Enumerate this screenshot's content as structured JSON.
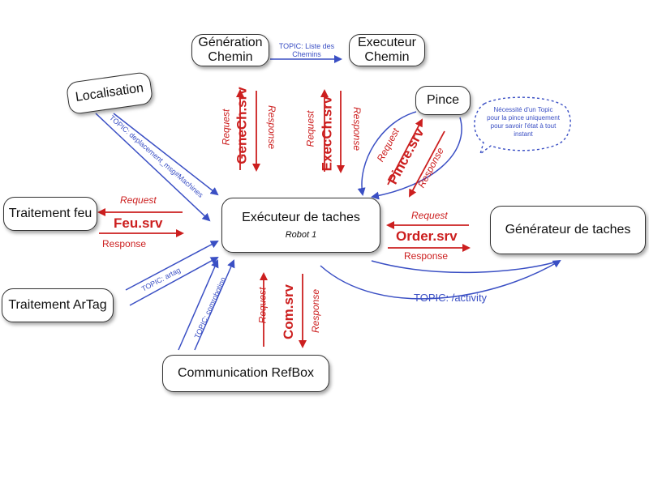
{
  "nodes": {
    "generation_chemin": "Génération\nChemin",
    "executeur_chemin": "Executeur\nChemin",
    "localisation": "Localisation",
    "pince": "Pince",
    "traitement_feu": "Traitement feu",
    "executeur_taches": "Exécuteur de taches",
    "executeur_taches_sub": "Robot 1",
    "generateur_taches": "Générateur de taches",
    "traitement_artag": "Traitement ArTag",
    "communication_refbox": "Communication RefBox"
  },
  "topics": {
    "liste_chemins": "TOPIC: Liste des\nChemins",
    "deplacement": "TOPIC: deplacement_msg#Machines",
    "artag": "TOPIC: artag",
    "comrobotino": "TOPIC: comrobotino",
    "activity": "TOPIC: /activity"
  },
  "services": {
    "genech": {
      "name": "GeneCh.srv",
      "request": "Request",
      "response": "Response"
    },
    "execch": {
      "name": "ExecCh.srv",
      "request": "Request",
      "response": "Response"
    },
    "pince": {
      "name": "Pince.srv",
      "request": "Request",
      "response": "Response"
    },
    "feu": {
      "name": "Feu.srv",
      "request": "Request",
      "response": "Response"
    },
    "order": {
      "name": "Order.srv",
      "request": "Request",
      "response": "Response"
    },
    "com": {
      "name": "Com.srv",
      "request": "Request",
      "response": "Response"
    }
  },
  "note": "Nécessité d'un Topic\npour la pince uniquement\npour savoir l'état à tout\ninstant",
  "colors": {
    "topic_blue": "#3a4fc4",
    "service_red": "#cc1f1f",
    "border": "#333333"
  }
}
